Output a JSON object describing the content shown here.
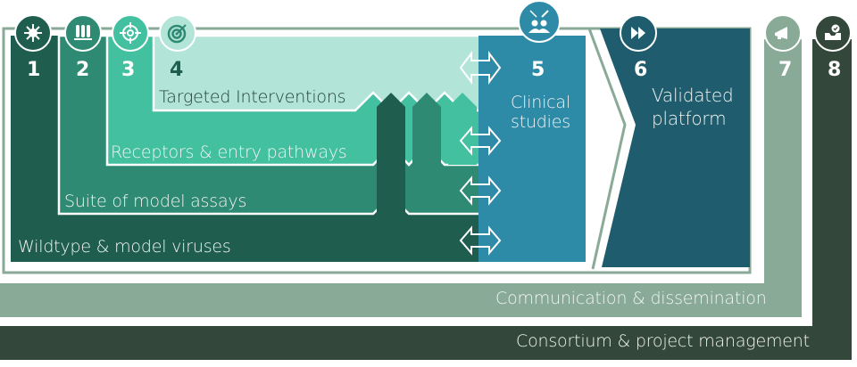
{
  "diagram": {
    "work_packages": [
      {
        "number": "1",
        "icon": "virus-icon",
        "label": "Wildtype & model viruses",
        "color": "#1f5e4e"
      },
      {
        "number": "2",
        "icon": "test-tubes-icon",
        "label": "Suite of model assays",
        "color": "#2e8a72"
      },
      {
        "number": "3",
        "icon": "crosshair-target-icon",
        "label": "Receptors & entry pathways",
        "color": "#43c0a0"
      },
      {
        "number": "4",
        "icon": "bullseye-arrow-icon",
        "label": "Targeted Interventions",
        "color": "#b2e5d8"
      },
      {
        "number": "5",
        "icon": "clinical-study-icon",
        "label": "Clinical studies",
        "label_line1": "Clinical",
        "label_line2": "studies",
        "color": "#2e8ba8"
      },
      {
        "number": "6",
        "icon": "fast-forward-icon",
        "label": "Validated platform",
        "label_line1": "Validated",
        "label_line2": "platform",
        "color": "#1f5c6e"
      },
      {
        "number": "7",
        "icon": "megaphone-icon",
        "label": "Communication & dissemination",
        "color": "#88aa96"
      },
      {
        "number": "8",
        "icon": "inbox-check-icon",
        "label": "Consortium & project management",
        "color": "#33473b"
      }
    ],
    "connector_icon": "double-arrow-icon",
    "frame_color": "#8aaa98"
  }
}
